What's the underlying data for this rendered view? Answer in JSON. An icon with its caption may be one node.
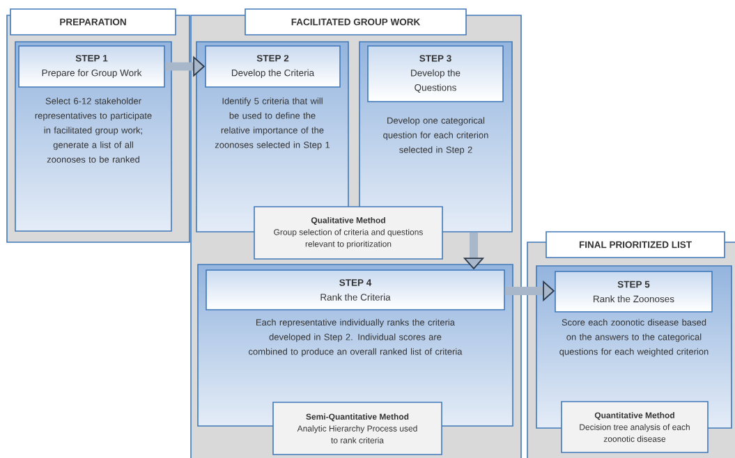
{
  "diagram": {
    "nodes": [
      {
        "text": [
          "PREPARATION"
        ]
      },
      {
        "text": [
          "Select 6-12 stakeholder representatives to participate in facilitated group work; generate a list of all zoonoses to be ranked"
        ],
        "in": 0
      },
      {
        "text": [
          "STEP 1",
          "Prepare for Group Work"
        ],
        "in": 1
      },
      {
        "text": [
          "FACILITATED GROUP WORK"
        ]
      },
      {
        "text": [
          "Identify 5 criteria that will be used to define the relative importance of the zoonoses selected in Step 1"
        ],
        "in": 3
      },
      {
        "text": [
          "STEP 2",
          "Develop the Criteria"
        ],
        "in": 4
      },
      {
        "text": [
          "Develop one categorical question for each criterion selected in Step 2"
        ],
        "in": 3
      },
      {
        "text": [
          "STEP 3",
          "Develop the Questions"
        ],
        "in": 6
      },
      {
        "text": [
          "Qualitative Method",
          "Group selection of criteria and questions relevant to prioritization"
        ],
        "in": 3
      },
      {
        "text": [
          "Each representative individually ranks the criteria developed in Step 2.  Individual scores are combined to produce an overall ranked list of criteria"
        ],
        "in": 3
      },
      {
        "text": [
          "STEP 4",
          "Rank  the Criteria"
        ],
        "in": 9
      },
      {
        "text": [
          "Semi-Quantitative Method",
          "Analytic  Hierarchy Process used to rank criteria"
        ],
        "in": 3
      },
      {
        "text": [
          "FINAL PRIORITIZED LIST"
        ]
      },
      {
        "text": [
          "Score each zoonotic disease based on the answers to the categorical questions for each weighted criterion"
        ],
        "in": 12
      },
      {
        "text": [
          "STEP 5",
          "Rank the Zoonoses"
        ],
        "in": 13
      },
      {
        "text": [
          "Quantitative Method",
          "Decision tree analysis of each zoonotic disease"
        ],
        "in": 12
      }
    ],
    "edges": [
      {
        "from": 2,
        "to": 5,
        "arrow": "to"
      },
      {
        "from": 6,
        "to": 10,
        "arrow": "to"
      },
      {
        "from": 10,
        "to": 14,
        "arrow": "to"
      }
    ]
  }
}
